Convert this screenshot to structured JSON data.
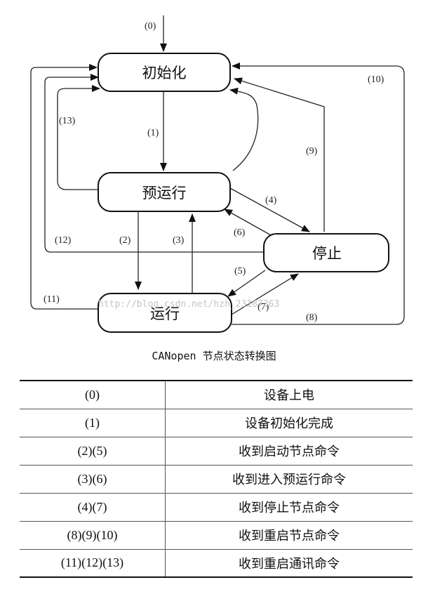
{
  "diagram": {
    "states": {
      "init": "初始化",
      "preop": "预运行",
      "stopped": "停止",
      "running": "运行"
    },
    "transitions": [
      {
        "id": "t0",
        "label": "(0)",
        "from": "",
        "to": "初始化"
      },
      {
        "id": "t1",
        "label": "(1)",
        "from": "初始化",
        "to": "预运行"
      },
      {
        "id": "t2",
        "label": "(2)",
        "from": "预运行",
        "to": "运行"
      },
      {
        "id": "t3",
        "label": "(3)",
        "from": "运行",
        "to": "预运行"
      },
      {
        "id": "t4",
        "label": "(4)",
        "from": "预运行",
        "to": "停止"
      },
      {
        "id": "t5",
        "label": "(5)",
        "from": "停止",
        "to": "运行"
      },
      {
        "id": "t6",
        "label": "(6)",
        "from": "停止",
        "to": "预运行"
      },
      {
        "id": "t7",
        "label": "(7)",
        "from": "运行",
        "to": "停止"
      },
      {
        "id": "t8",
        "label": "(8)",
        "from": "运行",
        "to": "初始化"
      },
      {
        "id": "t9",
        "label": "(9)",
        "from": "停止",
        "to": "初始化"
      },
      {
        "id": "t10",
        "label": "(10)",
        "from": "运行",
        "to": "初始化"
      },
      {
        "id": "t11",
        "label": "(11)",
        "from": "运行",
        "to": "初始化"
      },
      {
        "id": "t12",
        "label": "(12)",
        "from": "停止",
        "to": "初始化"
      },
      {
        "id": "t13",
        "label": "(13)",
        "from": "预运行",
        "to": "初始化"
      }
    ],
    "watermark": "http://blog.csdn.net/hzh_23187363"
  },
  "caption": "CANopen 节点状态转换图",
  "legend": {
    "rows": [
      {
        "code": "(0)",
        "desc": "设备上电"
      },
      {
        "code": "(1)",
        "desc": "设备初始化完成"
      },
      {
        "code": "(2)(5)",
        "desc": "收到启动节点命令"
      },
      {
        "code": "(3)(6)",
        "desc": "收到进入预运行命令"
      },
      {
        "code": "(4)(7)",
        "desc": "收到停止节点命令"
      },
      {
        "code": "(8)(9)(10)",
        "desc": "收到重启节点命令"
      },
      {
        "code": "(11)(12)(13)",
        "desc": "收到重启通讯命令"
      }
    ]
  }
}
